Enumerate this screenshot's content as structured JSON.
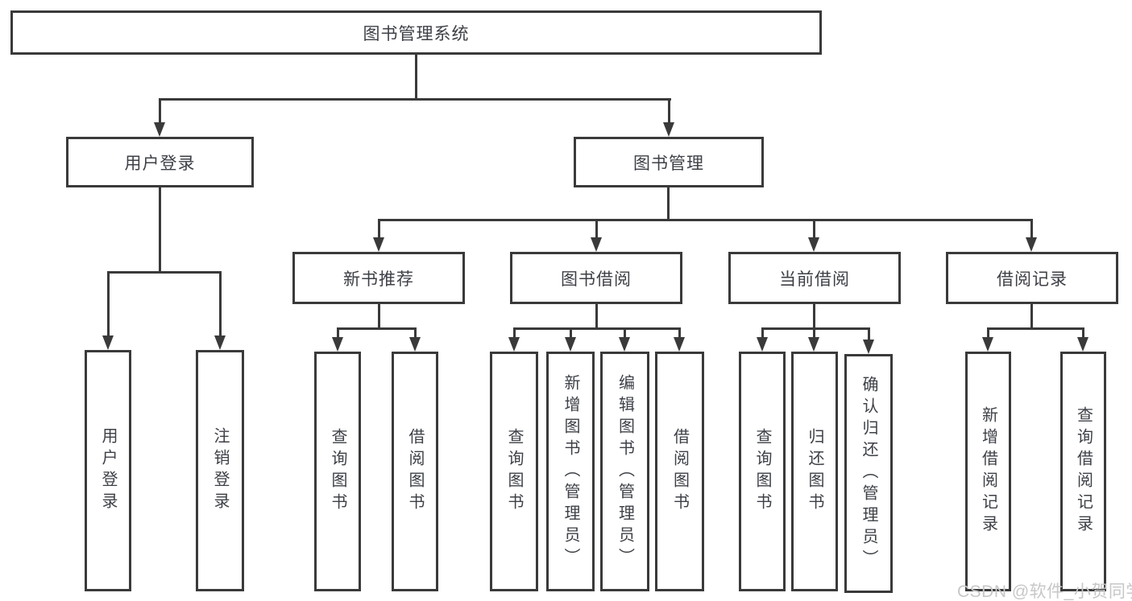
{
  "tree": {
    "root": {
      "label": "图书管理系统",
      "children": [
        {
          "label": "用户登录",
          "children": [
            {
              "label": "用户登录"
            },
            {
              "label": "注销登录"
            }
          ]
        },
        {
          "label": "图书管理",
          "children": [
            {
              "label": "新书推荐",
              "children": [
                {
                  "label": "查询图书"
                },
                {
                  "label": "借阅图书"
                }
              ]
            },
            {
              "label": "图书借阅",
              "children": [
                {
                  "label": "查询图书"
                },
                {
                  "label": "新增图书（管理员）"
                },
                {
                  "label": "编辑图书（管理员）"
                },
                {
                  "label": "借阅图书"
                }
              ]
            },
            {
              "label": "当前借阅",
              "children": [
                {
                  "label": "查询图书"
                },
                {
                  "label": "归还图书"
                },
                {
                  "label": "确认归还（管理员）"
                }
              ]
            },
            {
              "label": "借阅记录",
              "children": [
                {
                  "label": "新增借阅记录"
                },
                {
                  "label": "查询借阅记录"
                }
              ]
            }
          ]
        }
      ]
    }
  },
  "watermark": {
    "text": "CSDN @软件_小贺同学"
  },
  "colors": {
    "line": "#3a3a3a",
    "text": "#3d4046",
    "watermark": "#c7c7c7",
    "background": "#ffffff"
  }
}
